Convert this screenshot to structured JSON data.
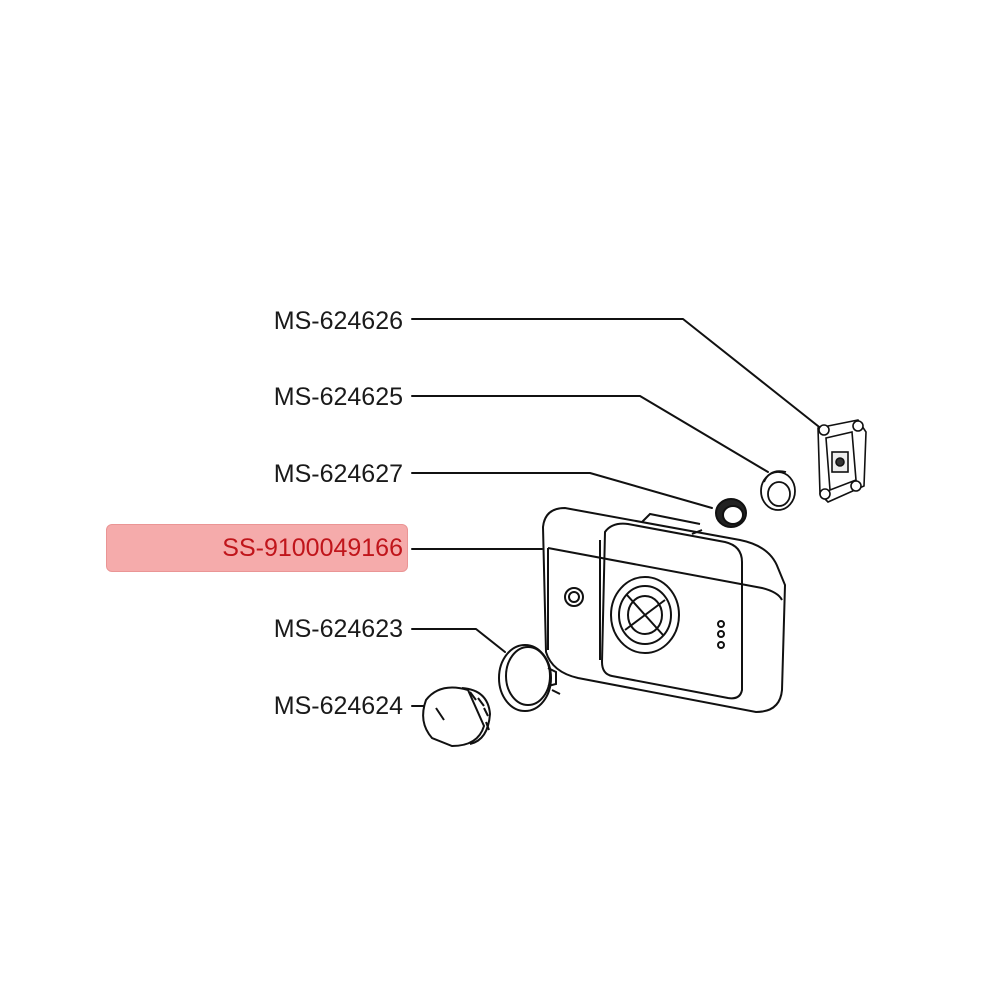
{
  "diagram": {
    "highlight_color": "#f4a3a3",
    "highlight_text_color": "#c0151b",
    "line_color": "#111111",
    "parts": [
      {
        "id": "MS-624626",
        "label": "MS-624626",
        "highlighted": false
      },
      {
        "id": "MS-624625",
        "label": "MS-624625",
        "highlighted": false
      },
      {
        "id": "MS-624627",
        "label": "MS-624627",
        "highlighted": false
      },
      {
        "id": "SS-9100049166",
        "label": "SS-9100049166",
        "highlighted": true
      },
      {
        "id": "MS-624623",
        "label": "MS-624623",
        "highlighted": false
      },
      {
        "id": "MS-624624",
        "label": "MS-624624",
        "highlighted": false
      }
    ]
  }
}
